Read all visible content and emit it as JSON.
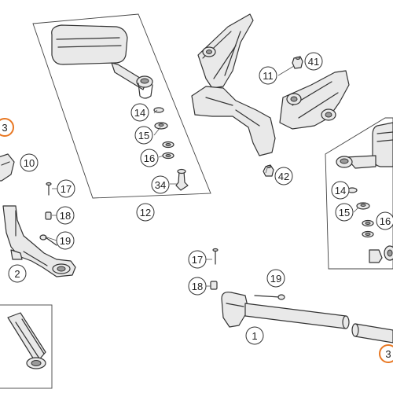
{
  "callouts": {
    "c3a": "3",
    "c10": "10",
    "c17a": "17",
    "c18a": "18",
    "c19a": "19",
    "c2": "2",
    "c14a": "14",
    "c15a": "15",
    "c16a": "16",
    "c34": "34",
    "c12": "12",
    "c11": "11",
    "c41": "41",
    "c42": "42",
    "c14b": "14",
    "c15b": "15",
    "c16b": "16",
    "c17b": "17",
    "c18b": "18",
    "c19b": "19",
    "c1": "1",
    "c3b": "3"
  },
  "colors": {
    "highlight": "#e87722",
    "line": "#333333",
    "part_fill": "#e9e9e9"
  }
}
